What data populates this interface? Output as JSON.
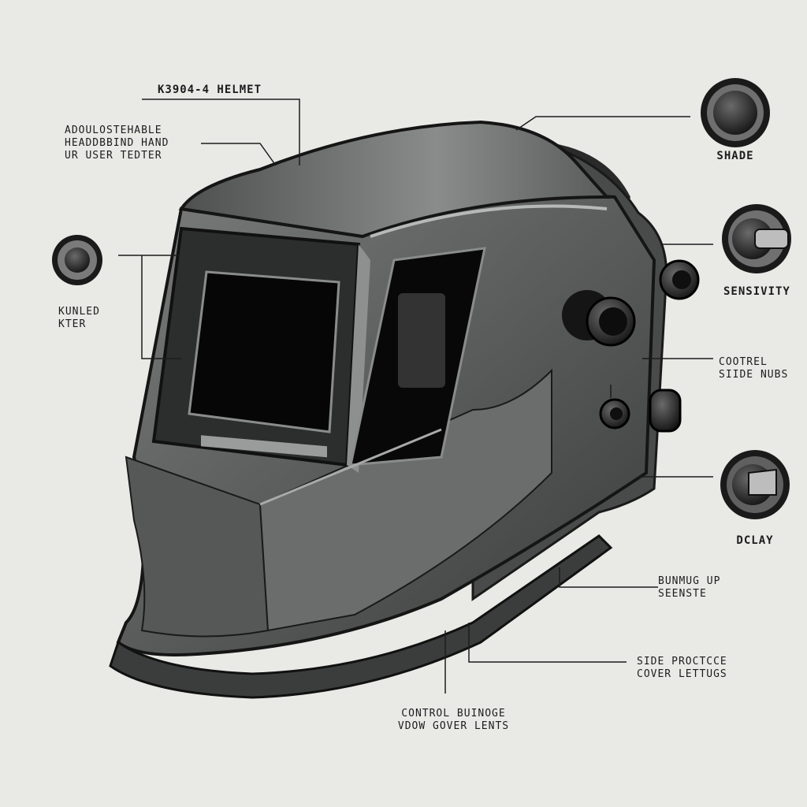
{
  "diagram": {
    "colors": {
      "background": "#e9eae6",
      "helmet_body": "#5b5d5c",
      "helmet_dark": "#1b1b1b",
      "line": "#1c1c1c"
    },
    "labels": {
      "helmet": "K3904-4 HELMET",
      "headband_1": "ADOULOSTEHABLE",
      "headband_2": "HEADDBBIND HAND",
      "headband_3": "UR USER TEDTER",
      "knurled_1": "KUNLED",
      "knurled_2": "KTER",
      "shade": "SHADE",
      "sensitivity": "SENSIVITY",
      "control_1": "COOTREL",
      "control_2": "SIIDE NUBS",
      "delay": "DCLAY",
      "bump_1": "BUNMUG UP",
      "bump_2": "SEENSTE",
      "side_1": "SIDE PROCTCCE",
      "side_2": "COVER LETTUGS",
      "bottom_1": "CONTROL BUINOGE",
      "bottom_2": "VDOW GOVER LENTS"
    },
    "knobs": [
      {
        "name": "shade-knob-icon",
        "type": "ring"
      },
      {
        "name": "sensitivity-knob-icon",
        "type": "lever"
      },
      {
        "name": "delay-knob-icon",
        "type": "lever"
      },
      {
        "name": "knurled-knob-icon",
        "type": "ring"
      }
    ]
  }
}
